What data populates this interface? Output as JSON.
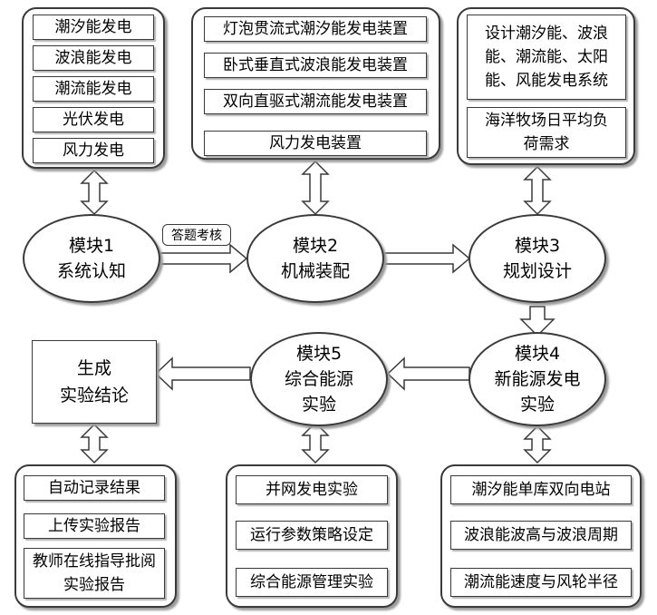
{
  "panel_top_left": {
    "items": [
      "潮汐能发电",
      "波浪能发电",
      "潮流能发电",
      "光伏发电",
      "风力发电"
    ]
  },
  "panel_top_middle": {
    "items": [
      "灯泡贯流式潮汐能发电装置",
      "卧式垂直式波浪能发电装置",
      "双向直驱式潮流能发电装置",
      "风力发电装置"
    ]
  },
  "panel_top_right": {
    "items": [
      "设计潮汐能、波浪能、潮流能、太阳能、风能发电系统",
      "海洋牧场日平均负荷需求"
    ]
  },
  "modules": {
    "m1": {
      "line1": "模块1",
      "line2": "系统认知"
    },
    "m2": {
      "line1": "模块2",
      "line2": "机械装配"
    },
    "m3": {
      "line1": "模块3",
      "line2": "规划设计"
    },
    "m4": {
      "line1": "模块4",
      "line2": "新能源发电",
      "line3": "实验"
    },
    "m5": {
      "line1": "模块5",
      "line2": "综合能源",
      "line3": "实验"
    }
  },
  "arrow_label": "答题考核",
  "conclusion": {
    "line1": "生成",
    "line2": "实验结论"
  },
  "panel_bottom_left": {
    "items": [
      "自动记录结果",
      "上传实验报告",
      "教师在线指导批阅实验报告"
    ]
  },
  "panel_bottom_middle": {
    "items": [
      "并网发电实验",
      "运行参数策略设定",
      "综合能源管理实验"
    ]
  },
  "panel_bottom_right": {
    "items": [
      "潮汐能单库双向电站",
      "波浪能波高与波浪周期",
      "潮流能速度与风轮半径"
    ]
  }
}
